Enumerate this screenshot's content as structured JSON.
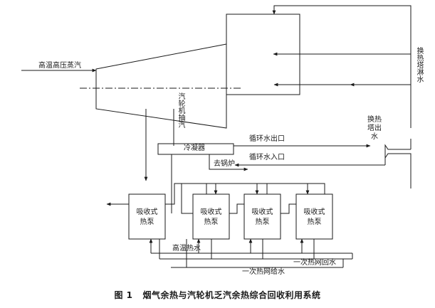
{
  "labels": {
    "steam_in": "高温高压蒸汽",
    "turbine_extraction": "汽轮机抽汽",
    "spray_water": "换热塔淋水",
    "tower_outlet_water": "换热塔出水",
    "circ_water_out": "循环水出口",
    "circ_water_in": "循环水入口",
    "condenser": "冷凝器",
    "to_boiler": "去锅炉",
    "heat_pump_1": "吸收式\n热泵",
    "heat_pump_2": "吸收式\n热泵",
    "heat_pump_3": "吸收式\n热泵",
    "heat_pump_4": "吸收式\n热泵",
    "hot_water": "高温热水",
    "primary_return": "一次热网回水",
    "primary_supply": "一次热网给水"
  },
  "caption": {
    "number": "图 1",
    "title": "烟气余热与汽轮机乏汽余热综合回收利用系统"
  },
  "colors": {
    "line": "#1a1a1a",
    "background": "#ffffff"
  }
}
